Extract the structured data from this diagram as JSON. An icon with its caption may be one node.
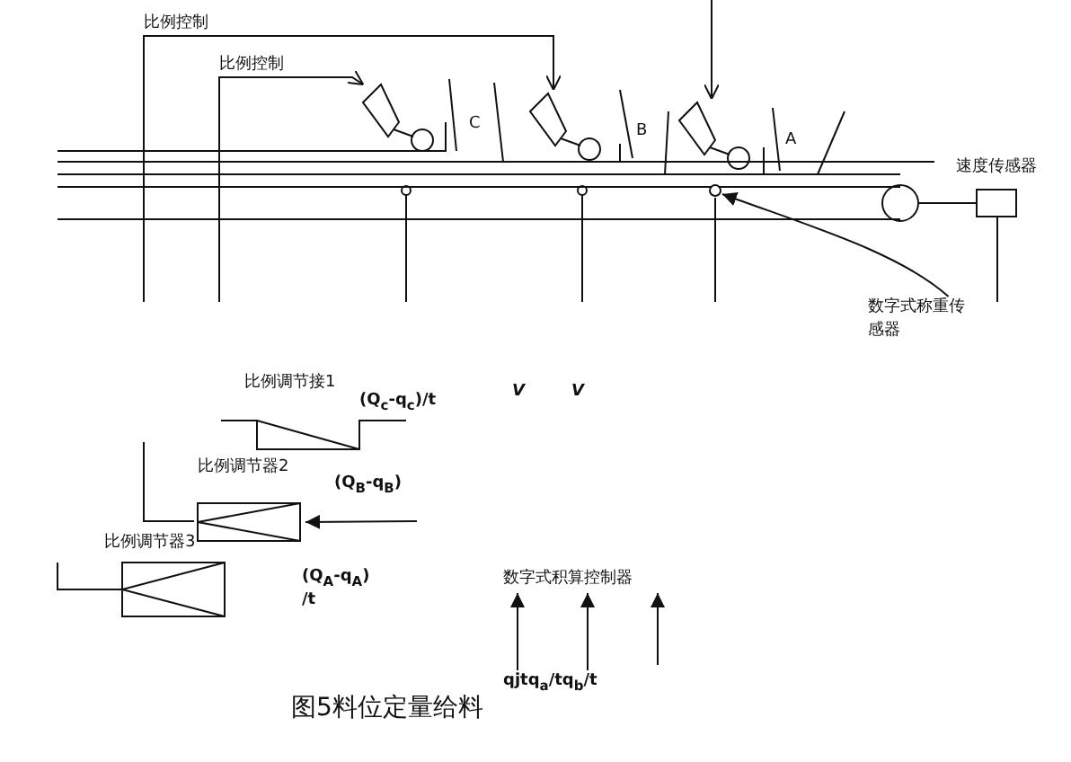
{
  "diagram": {
    "caption": "图5料位定量给料",
    "nodes": [
      {
        "text": [
          "数字式称重传感器"
        ]
      },
      {
        "text": [],
        "shape": "circle"
      },
      {
        "text": [],
        "shape": "box",
        "beside": [
          "速度传感器"
        ]
      },
      {
        "text": [
          "比例调节接1"
        ]
      },
      {
        "text": [
          "比例调节器2"
        ]
      },
      {
        "text": [
          "比例调节器3"
        ]
      },
      {
        "text": [
          "数字式积算控制器"
        ]
      },
      {
        "text": [],
        "shape": "box"
      },
      {
        "text": [],
        "shape": "box"
      },
      {
        "text": [],
        "shape": "box"
      },
      {
        "text": [
          "qjtq$_{a}$/tq$_{b}$/t"
        ]
      }
    ],
    "edges": [
      {
        "from": 0,
        "to": 1,
        "arrow": "to"
      },
      {
        "from": null,
        "to": 4,
        "arrow": "to"
      },
      {
        "from": 10,
        "to": 6,
        "arrow": "to"
      },
      {
        "from": 10,
        "to": 6,
        "arrow": "to"
      },
      {
        "from": null,
        "to": 6,
        "arrow": "to"
      },
      {
        "from": null,
        "to": 7,
        "arrow": "to"
      },
      {
        "from": null,
        "to": 8,
        "arrow": "to"
      },
      {
        "from": null,
        "to": 9,
        "arrow": "to"
      }
    ],
    "labels": [
      "比例控制",
      "比例控制",
      "C",
      "B",
      "A",
      "(Q$_{c}$-q$_{c}$)/t",
      "(Q$_{B}$-q$_{B}$)",
      "(Q$_{A}$-q$_{A}$) /t",
      "V",
      "V"
    ]
  }
}
